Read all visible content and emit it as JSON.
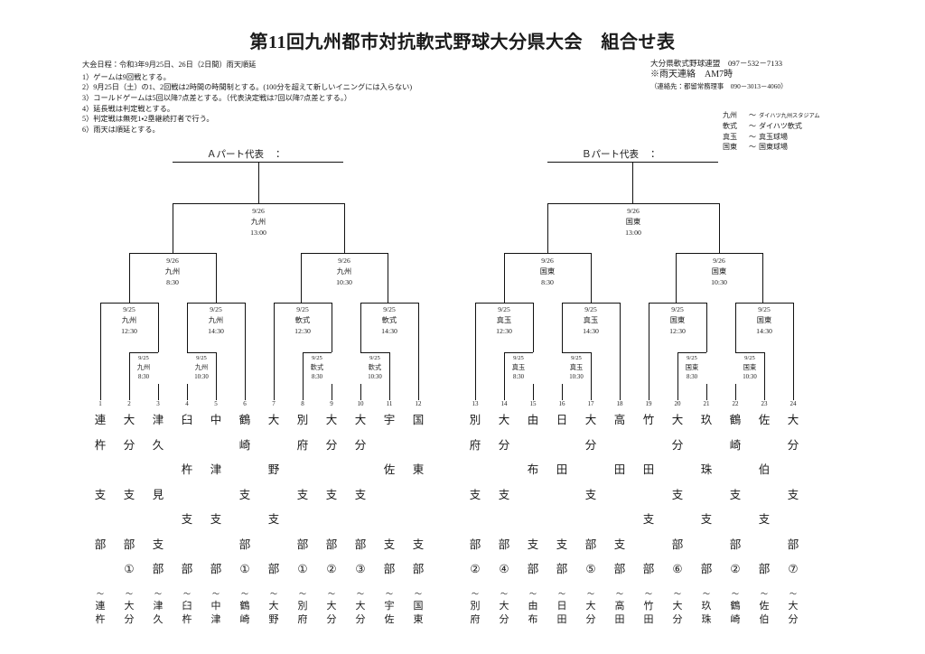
{
  "title": "第11回九州都市対抗軟式野球大分県大会　組合せ表",
  "rules": {
    "schedule": "大会日程：令和3年9月25日、26日（2日間）雨天順延",
    "items": [
      "1）ゲームは9回戦とする。",
      "2）9月25日（土）の1、2回戦は2時間の時間制とする。(100分を超えて新しいイニングには入らない)",
      "3）コールドゲームは5回以降7点差とする。（代表決定戦は7回以降7点差とする。）",
      "4）延長戦は判定戦とする。",
      "5）判定戦は無死1・2塁継続打者で行う。",
      "6）雨天は順延とする。"
    ]
  },
  "organization": {
    "name_phone": "大分県軟式野球連盟　097－532－7133",
    "rain_contact": "※雨天連絡　AM7時",
    "contact_note": "（連絡先：都留常務理事　090－3013－4060）"
  },
  "legend": {
    "rows": [
      {
        "abbr": "九州",
        "tilde": "～",
        "venue": "ダイハツ九州スタジアム"
      },
      {
        "abbr": "軟式",
        "tilde": "～",
        "venue": "ダイハツ軟式"
      },
      {
        "abbr": "真玉",
        "tilde": "～",
        "venue": "真玉球場"
      },
      {
        "abbr": "国東",
        "tilde": "～",
        "venue": "国東球場"
      }
    ]
  },
  "parts": {
    "a_label": "Ａパート代表　：",
    "b_label": "Ｂパート代表　："
  },
  "games": {
    "a_final": {
      "date": "9/26",
      "venue": "九州",
      "time": "13:00"
    },
    "a_semi1": {
      "date": "9/26",
      "venue": "九州",
      "time": "8:30"
    },
    "a_semi2": {
      "date": "9/26",
      "venue": "九州",
      "time": "10:30"
    },
    "a_q1": {
      "date": "9/25",
      "venue": "九州",
      "time": "12:30"
    },
    "a_q2": {
      "date": "9/25",
      "venue": "九州",
      "time": "14:30"
    },
    "a_q3": {
      "date": "9/25",
      "venue": "軟式",
      "time": "12:30"
    },
    "a_q4": {
      "date": "9/25",
      "venue": "軟式",
      "time": "14:30"
    },
    "a_r1": {
      "date": "9/25",
      "venue": "九州",
      "time": "8:30"
    },
    "a_r2": {
      "date": "9/25",
      "venue": "九州",
      "time": "10:30"
    },
    "a_r3": {
      "date": "9/25",
      "venue": "軟式",
      "time": "8:30"
    },
    "a_r4": {
      "date": "9/25",
      "venue": "軟式",
      "time": "10:30"
    },
    "b_final": {
      "date": "9/26",
      "venue": "国東",
      "time": "13:00"
    },
    "b_semi1": {
      "date": "9/26",
      "venue": "国東",
      "time": "8:30"
    },
    "b_semi2": {
      "date": "9/26",
      "venue": "国東",
      "time": "10:30"
    },
    "b_q1": {
      "date": "9/25",
      "venue": "真玉",
      "time": "12:30"
    },
    "b_q2": {
      "date": "9/25",
      "venue": "真玉",
      "time": "14:30"
    },
    "b_q3": {
      "date": "9/25",
      "venue": "国東",
      "time": "12:30"
    },
    "b_q4": {
      "date": "9/25",
      "venue": "国東",
      "time": "14:30"
    },
    "b_r1": {
      "date": "9/25",
      "venue": "真玉",
      "time": "8:30"
    },
    "b_r2": {
      "date": "9/25",
      "venue": "真玉",
      "time": "10:30"
    },
    "b_r3": {
      "date": "9/25",
      "venue": "国東",
      "time": "8:30"
    },
    "b_r4": {
      "date": "9/25",
      "venue": "国東",
      "time": "10:30"
    }
  },
  "seeds": [
    {
      "num": "1",
      "chars": [
        "連",
        "杵",
        "",
        "支",
        "",
        "部"
      ]
    },
    {
      "num": "2",
      "chars": [
        "大",
        "分",
        "",
        "支",
        "",
        "部",
        "①"
      ]
    },
    {
      "num": "3",
      "chars": [
        "津",
        "久",
        "",
        "見",
        "",
        "支",
        "部"
      ]
    },
    {
      "num": "4",
      "chars": [
        "臼",
        "",
        "杵",
        "",
        "支",
        "",
        "部"
      ]
    },
    {
      "num": "5",
      "chars": [
        "中",
        "",
        "津",
        "",
        "支",
        "",
        "部"
      ]
    },
    {
      "num": "6",
      "chars": [
        "鶴",
        "崎",
        "",
        "支",
        "",
        "部",
        "①"
      ]
    },
    {
      "num": "7",
      "chars": [
        "大",
        "",
        "野",
        "",
        "支",
        "",
        "部"
      ]
    },
    {
      "num": "8",
      "chars": [
        "別",
        "府",
        "",
        "支",
        "",
        "部",
        "①"
      ]
    },
    {
      "num": "9",
      "chars": [
        "大",
        "分",
        "",
        "支",
        "",
        "部",
        "②"
      ]
    },
    {
      "num": "10",
      "chars": [
        "大",
        "分",
        "",
        "支",
        "",
        "部",
        "③"
      ]
    },
    {
      "num": "11",
      "chars": [
        "宇",
        "",
        "佐",
        "",
        "",
        "支",
        "部"
      ]
    },
    {
      "num": "12",
      "chars": [
        "国",
        "",
        "東",
        "",
        "",
        "支",
        "部"
      ]
    },
    {
      "num": "13",
      "chars": [
        "別",
        "府",
        "",
        "支",
        "",
        "部",
        "②"
      ]
    },
    {
      "num": "14",
      "chars": [
        "大",
        "分",
        "",
        "支",
        "",
        "部",
        "④"
      ]
    },
    {
      "num": "15",
      "chars": [
        "由",
        "",
        "布",
        "",
        "",
        "支",
        "部"
      ]
    },
    {
      "num": "16",
      "chars": [
        "日",
        "",
        "田",
        "",
        "",
        "支",
        "部"
      ]
    },
    {
      "num": "17",
      "chars": [
        "大",
        "分",
        "",
        "支",
        "",
        "部",
        "⑤"
      ]
    },
    {
      "num": "18",
      "chars": [
        "高",
        "",
        "田",
        "",
        "",
        "支",
        "部"
      ]
    },
    {
      "num": "19",
      "chars": [
        "竹",
        "",
        "田",
        "",
        "支",
        "",
        "部"
      ]
    },
    {
      "num": "20",
      "chars": [
        "大",
        "分",
        "",
        "支",
        "",
        "部",
        "⑥"
      ]
    },
    {
      "num": "21",
      "chars": [
        "玖",
        "",
        "珠",
        "",
        "支",
        "",
        "部"
      ]
    },
    {
      "num": "22",
      "chars": [
        "鶴",
        "崎",
        "",
        "支",
        "",
        "部",
        "②"
      ]
    },
    {
      "num": "23",
      "chars": [
        "佐",
        "",
        "伯",
        "",
        "支",
        "",
        "部"
      ]
    },
    {
      "num": "24",
      "chars": [
        "大",
        "分",
        "",
        "支",
        "",
        "部",
        "⑦"
      ]
    }
  ],
  "footer": {
    "caret": "〜",
    "teams": [
      {
        "chars": [
          "連",
          "杵"
        ]
      },
      {
        "chars": [
          "大",
          "分"
        ]
      },
      {
        "chars": [
          "津",
          "久"
        ]
      },
      {
        "chars": [
          "臼",
          "杵"
        ]
      },
      {
        "chars": [
          "中",
          "津"
        ]
      },
      {
        "chars": [
          "鶴",
          "崎"
        ]
      },
      {
        "chars": [
          "大",
          "野"
        ]
      },
      {
        "chars": [
          "別",
          "府"
        ]
      },
      {
        "chars": [
          "大",
          "分"
        ]
      },
      {
        "chars": [
          "大",
          "分"
        ]
      },
      {
        "chars": [
          "宇",
          "佐"
        ]
      },
      {
        "chars": [
          "国",
          "東"
        ]
      },
      {
        "chars": [
          "別",
          "府"
        ]
      },
      {
        "chars": [
          "大",
          "分"
        ]
      },
      {
        "chars": [
          "由",
          "布"
        ]
      },
      {
        "chars": [
          "日",
          "田"
        ]
      },
      {
        "chars": [
          "大",
          "分"
        ]
      },
      {
        "chars": [
          "高",
          "田"
        ]
      },
      {
        "chars": [
          "竹",
          "田"
        ]
      },
      {
        "chars": [
          "大",
          "分"
        ]
      },
      {
        "chars": [
          "玖",
          "珠"
        ]
      },
      {
        "chars": [
          "鶴",
          "崎"
        ]
      },
      {
        "chars": [
          "佐",
          "伯"
        ]
      },
      {
        "chars": [
          "大",
          "分"
        ]
      }
    ]
  }
}
